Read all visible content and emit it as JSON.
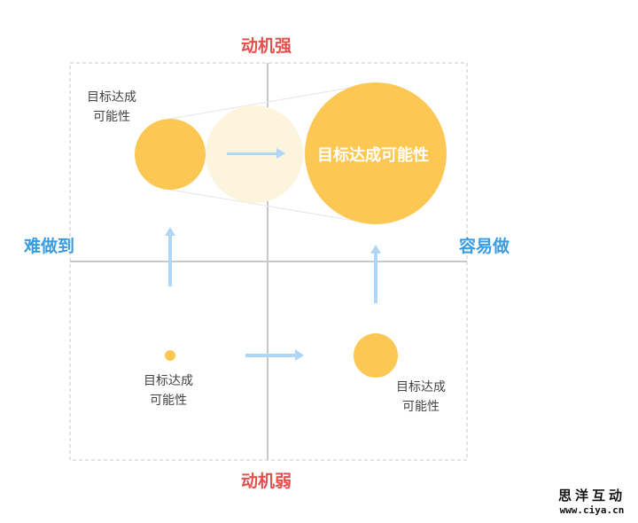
{
  "axes": {
    "top": "动机强",
    "bottom": "动机弱",
    "left": "难做到",
    "right": "容易做"
  },
  "bubble_label_line1": "目标达成",
  "bubble_label_line2": "可能性",
  "big_bubble_text": "目标达成可能性",
  "watermark": {
    "title": "思洋互动",
    "url": "www.ciya.cn"
  },
  "colors": {
    "bubble": "#fcc853",
    "bubble_faded": "#fdf4de",
    "arrow": "#aed6f6",
    "axis_line": "#c8c8c8",
    "motivation_text": "#e4504b",
    "difficulty_text": "#3a9be0"
  }
}
